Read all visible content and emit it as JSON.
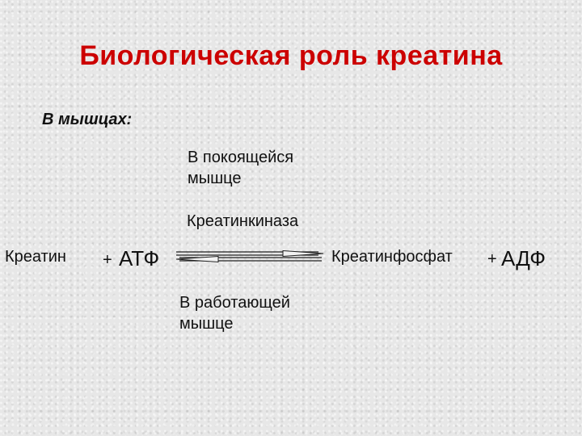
{
  "slide": {
    "title": "Биологическая роль креатина",
    "subtitle": "В мышцах:",
    "condition_top": "В покоящейся мышце",
    "enzyme": "Креатинкиназа",
    "condition_bottom": "В работающей мышце"
  },
  "reaction": {
    "left": {
      "reactant1": "Креатин",
      "plus": "+",
      "reactant2": "АТФ"
    },
    "right": {
      "product1": "Креатинфосфат",
      "plus": "+",
      "product2": "АДФ"
    },
    "arrow": "reversible-double-arrow"
  },
  "colors": {
    "title": "#cc0000",
    "text": "#111111",
    "background": "#e7e7e7"
  }
}
